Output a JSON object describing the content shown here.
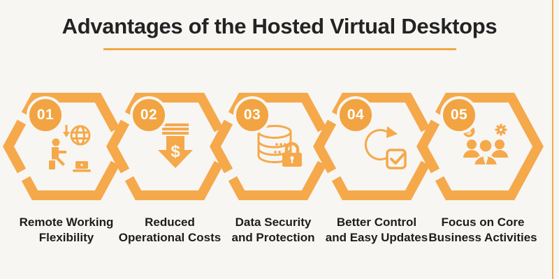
{
  "header": {
    "title": "Advantages of the Hosted Virtual Desktops"
  },
  "colors": {
    "accent_orange": "#f5a94b",
    "background": "#f7f6f3",
    "title_text": "#232323",
    "badge_text": "#ffffff"
  },
  "steps": [
    {
      "number": "01",
      "icon": "remote-working-icon",
      "lines": [
        "Remote Working",
        "Flexibility"
      ]
    },
    {
      "number": "02",
      "icon": "cost-reduction-icon",
      "lines": [
        "Reduced",
        "Operational Costs"
      ]
    },
    {
      "number": "03",
      "icon": "data-security-icon",
      "lines": [
        "Data Security",
        "and Protection"
      ]
    },
    {
      "number": "04",
      "icon": "control-updates-icon",
      "lines": [
        "Better Control",
        "and Easy Updates"
      ]
    },
    {
      "number": "05",
      "icon": "team-focus-icon",
      "lines": [
        "Focus on Core",
        "Business Activities"
      ]
    }
  ],
  "icon_glyphs": {
    "dollar": "$"
  }
}
